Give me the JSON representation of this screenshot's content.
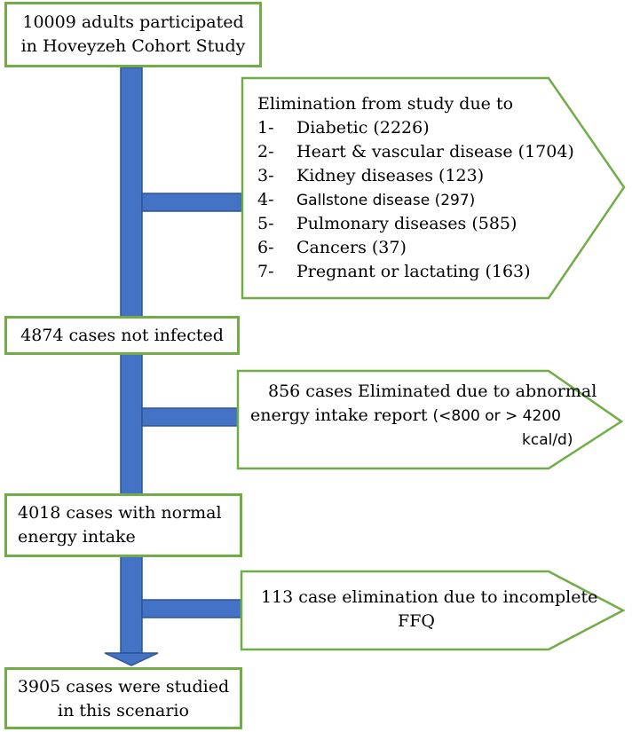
{
  "colors": {
    "box_border": "#70AD47",
    "arrow_fill": "#4472C4",
    "arrow_border": "#2F5597",
    "text": "#000000"
  },
  "steps": [
    {
      "line1": "10009 adults participated",
      "line2": "in Hoveyzeh Cohort Study"
    },
    {
      "line1": "4874 cases not infected"
    },
    {
      "line1": "4018 cases with normal",
      "line2": "energy intake"
    },
    {
      "line1": "3905 cases were studied",
      "line2": "in this scenario"
    }
  ],
  "exclusions": [
    {
      "title": "Elimination from study due to",
      "items": [
        {
          "num": "1-",
          "text": "Diabetic (2226)"
        },
        {
          "num": "2-",
          "text": "Heart & vascular disease (1704)"
        },
        {
          "num": "3-",
          "text": "Kidney diseases (123)"
        },
        {
          "num": "4-",
          "text": "Gallstone disease (297)"
        },
        {
          "num": "5-",
          "text": "Pulmonary diseases (585)"
        },
        {
          "num": "6-",
          "text": "Cancers (37)"
        },
        {
          "num": "7-",
          "text": "Pregnant or lactating (163)"
        }
      ]
    },
    {
      "line1_a": "856 cases Eliminated due to abnormal",
      "line2_a": "energy intake report ",
      "line2_b": "(<800 or > 4200",
      "line3": "kcal/d)"
    },
    {
      "line1": "113 case elimination due to incomplete",
      "line2": "FFQ"
    }
  ]
}
